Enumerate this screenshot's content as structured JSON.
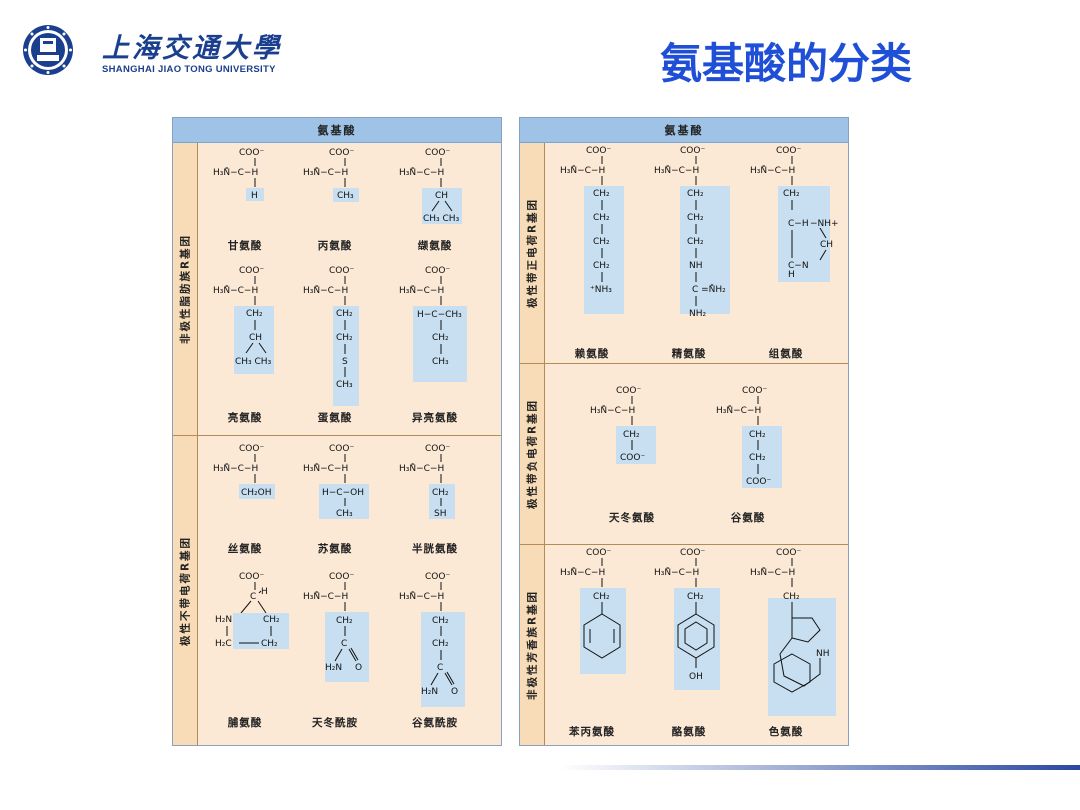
{
  "header": {
    "university_cn": "上海交通大學",
    "university_en": "SHANGHAI  JIAO TONG  UNIVERSITY",
    "slide_title": "氨基酸的分类"
  },
  "figure": {
    "left_header": "氨基酸",
    "right_header": "氨基酸",
    "groups": {
      "nonpolar_aliphatic": "非极性脂肪族R基团",
      "polar_uncharged": "极性不带电荷R基团",
      "polar_positive": "极性带正电荷R基团",
      "polar_negative": "极性带负电荷R基团",
      "nonpolar_aromatic": "非极性芳香族R基团"
    },
    "amino_acids": {
      "glycine": "甘氨酸",
      "alanine": "丙氨酸",
      "valine": "缬氨酸",
      "leucine": "亮氨酸",
      "methionine": "蛋氨酸",
      "isoleucine": "异亮氨酸",
      "serine": "丝氨酸",
      "threonine": "苏氨酸",
      "cysteine": "半胱氨酸",
      "proline": "脯氨酸",
      "asparagine": "天冬酰胺",
      "glutamine": "谷氨酰胺",
      "lysine": "赖氨酸",
      "arginine": "精氨酸",
      "histidine": "组氨酸",
      "aspartate": "天冬氨酸",
      "glutamate": "谷氨酸",
      "phenylalanine": "苯丙氨酸",
      "tyrosine": "酪氨酸",
      "tryptophan": "色氨酸"
    },
    "labels": {
      "coo": "COO⁻",
      "nh3": "H₃N̊−C−H",
      "c_h": "C−H"
    }
  }
}
